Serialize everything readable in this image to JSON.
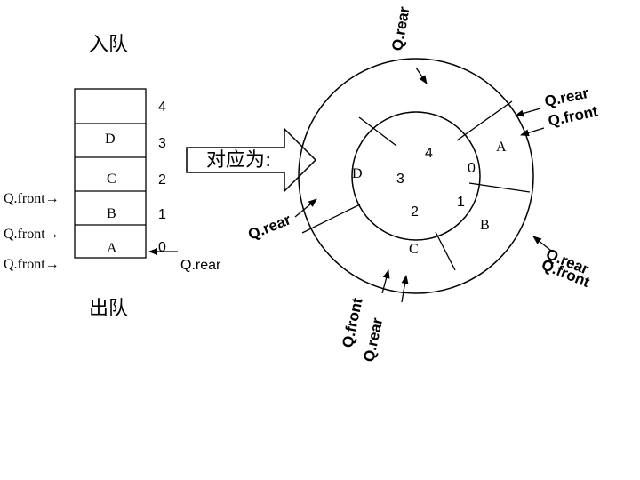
{
  "labels": {
    "enqueue": "入队",
    "dequeue": "出队",
    "corresponds": "对应为:"
  },
  "linear_queue": {
    "cells": [
      {
        "content": "",
        "index": "4"
      },
      {
        "content": "D",
        "index": "3"
      },
      {
        "content": "C",
        "index": "2"
      },
      {
        "content": "B",
        "index": "1"
      },
      {
        "content": "A",
        "index": "0"
      }
    ],
    "front_markers": [
      "Q.front→",
      "Q.front→",
      "Q.front→"
    ],
    "rear_label": "Q.rear"
  },
  "circular_queue": {
    "outer_labels": {
      "A": "A",
      "B": "B",
      "C": "C",
      "D": "D"
    },
    "indices": {
      "i0": "0",
      "i1": "1",
      "i2": "2",
      "i3": "3",
      "i4": "4"
    },
    "pointers": {
      "top_rear": "Q.rear",
      "right_rear": "Q.rear",
      "right_front": "Q.front",
      "lower_right_rear": "Q.rear",
      "lower_right_front": "Q.front",
      "inner_rear": "Q.rear",
      "bottom_front": "Q.front",
      "bottom_rear": "Q.rear"
    }
  },
  "colors": {
    "ink": "#000000",
    "background": "#ffffff"
  }
}
